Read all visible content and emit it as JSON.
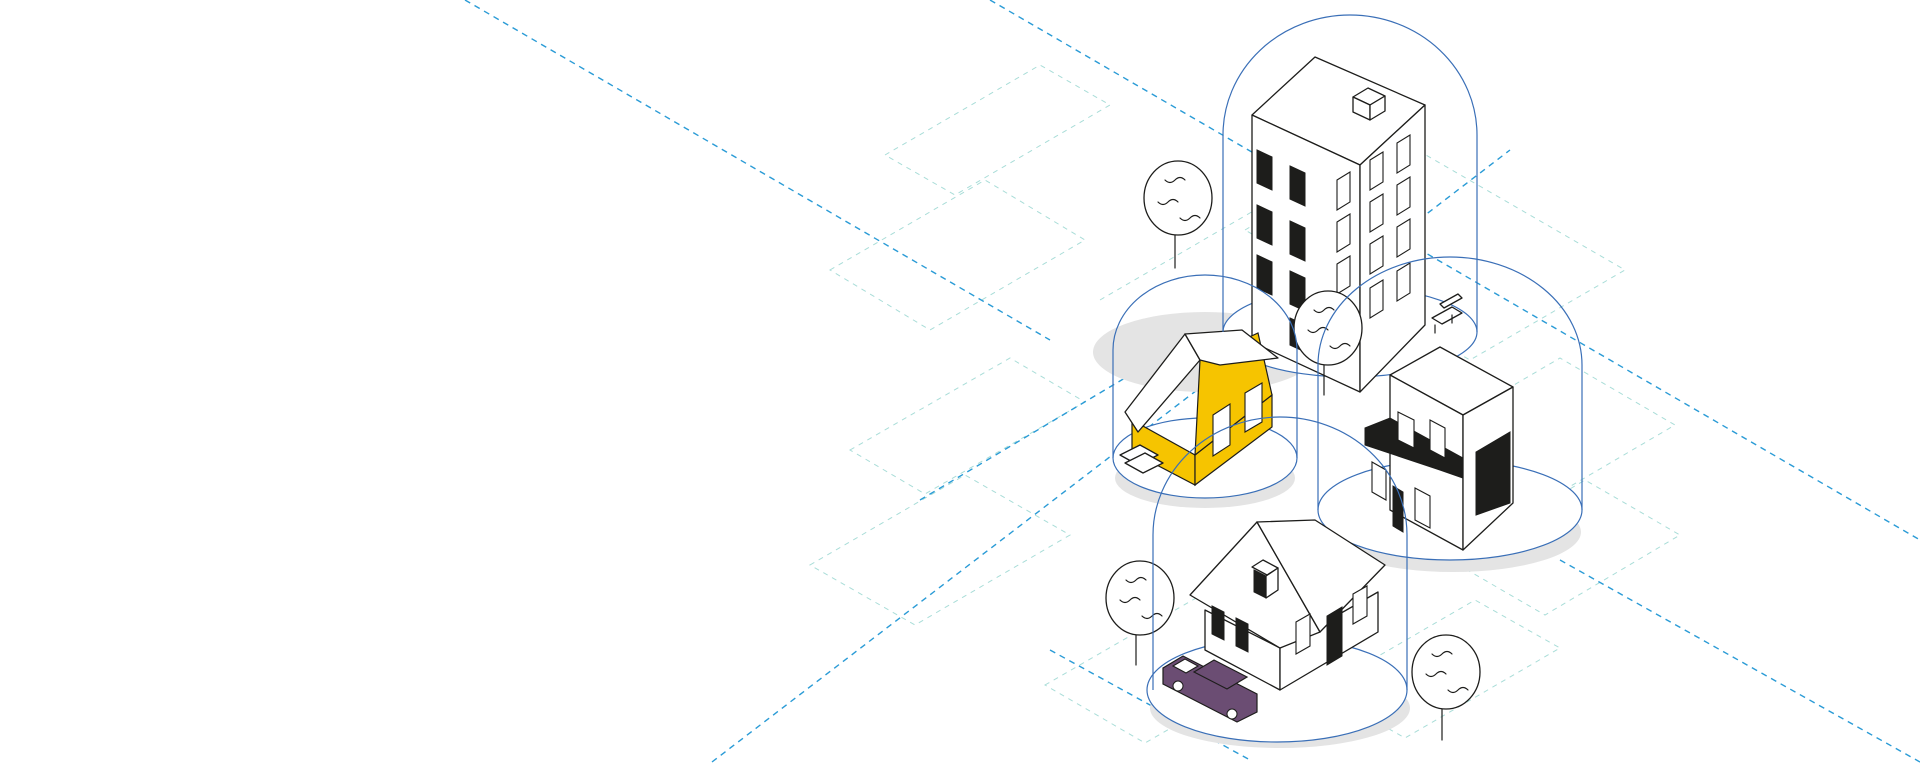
{
  "scene": {
    "kind": "isometric-city-illustration",
    "colors": {
      "background": "#ffffff",
      "outline": "#1d1d1b",
      "dome": "#3a6fb7",
      "dashed_path": "#2a9bd6",
      "faint_grid": "#a9ddd8",
      "yellow_house": "#f6c400",
      "car": "#6b4d73",
      "shadow": "#d9d9d9"
    },
    "objects": [
      "tower-building",
      "yellow-house",
      "modern-house",
      "gabled-house",
      "car",
      "trees",
      "glass-domes",
      "dashed-paths"
    ]
  }
}
